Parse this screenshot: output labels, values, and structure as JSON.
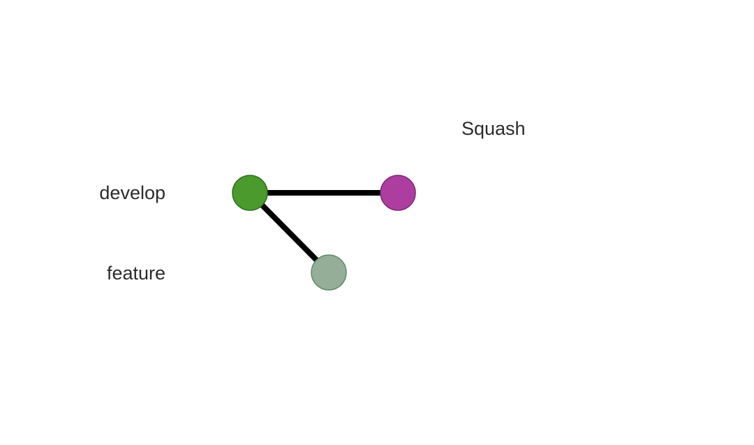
{
  "title": "Squash",
  "branches": [
    {
      "id": "develop",
      "label": "develop"
    },
    {
      "id": "feature",
      "label": "feature"
    }
  ],
  "commits": [
    {
      "id": "base",
      "branch": "develop",
      "color": "#4a9a2e",
      "stroke": "#2f6e1c"
    },
    {
      "id": "squash",
      "branch": "develop",
      "color": "#ad3ea0",
      "stroke": "#7d2a73"
    },
    {
      "id": "feature-commit",
      "branch": "feature",
      "color": "#94ae98",
      "stroke": "#5f8a66"
    }
  ],
  "edges": [
    {
      "from": "base",
      "to": "squash"
    },
    {
      "from": "base",
      "to": "feature-commit"
    }
  ],
  "edge_color": "#000000"
}
